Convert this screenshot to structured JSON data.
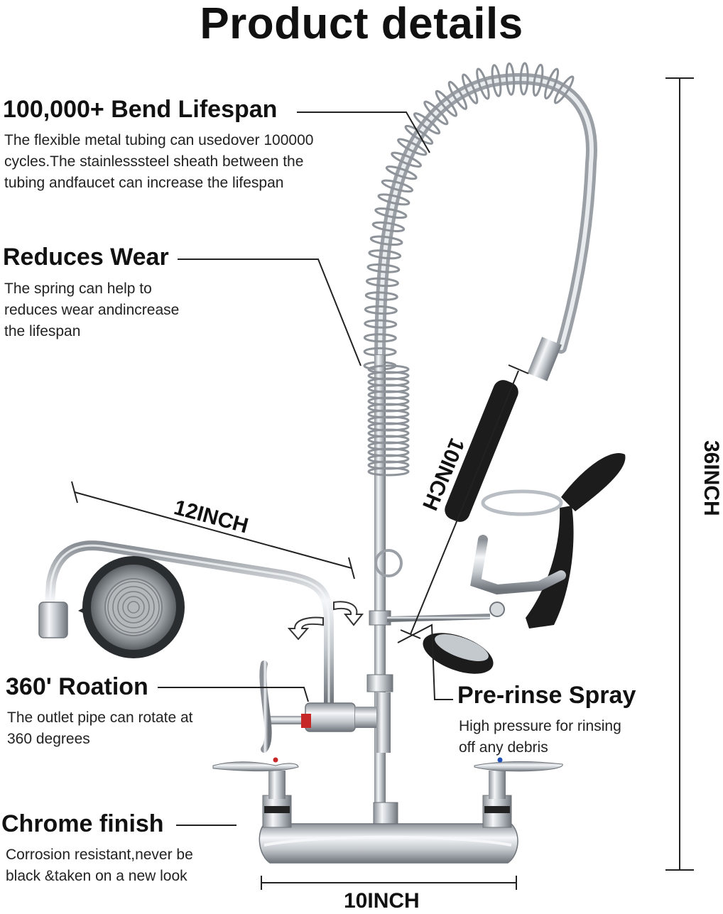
{
  "title": "Product details",
  "features": {
    "bend_lifespan": {
      "heading": "100,000+ Bend Lifespan",
      "lines": [
        "The flexible metal tubing can usedover 100000",
        "cycles.The stainlesssteel sheath between the",
        "tubing andfaucet can increase the lifespan"
      ]
    },
    "reduces_wear": {
      "heading": "Reduces Wear",
      "lines": [
        "The spring can help to",
        "reduces wear andincrease",
        "the lifespan"
      ]
    },
    "rotation": {
      "heading": "360' Roation",
      "lines": [
        "The outlet pipe can rotate at",
        "360 degrees"
      ]
    },
    "chrome": {
      "heading": "Chrome finish",
      "lines": [
        "Corrosion resistant,never be",
        "black &taken on a new look"
      ]
    },
    "pre_rinse": {
      "heading": "Pre-rinse Spray",
      "lines": [
        "High pressure for rinsing",
        "off any debris"
      ]
    }
  },
  "dimensions": {
    "height": "36INCH",
    "spout": "12INCH",
    "hose": "10INCH",
    "base": "10INCH"
  },
  "colors": {
    "text": "#111111",
    "chrome": "#b9bec4",
    "handle": "#1a1a1a",
    "hot": "#c62828",
    "cold": "#1e4fb8"
  }
}
